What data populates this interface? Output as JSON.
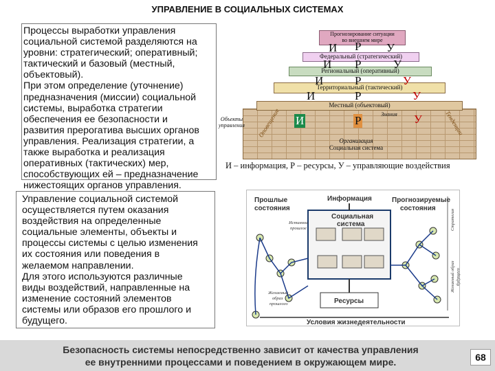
{
  "slide": {
    "title": "УПРАВЛЕНИЕ В СОЦИАЛЬНЫХ СИСТЕМАХ",
    "page_number": "68"
  },
  "text_block_1": "   Процессы выработки управления\nсоциальной системой разделяются на\nуровни:  стратегический; оперативный;\nтактический и базовый  (местный,\nобъектовый).\n   При этом определение  (уточнение)\nпредназначения (миссии) социальной\nсистемы, выработка стратегии\nобеспечения ее безопасности и\nразвития прерогатива высших органов\nуправления.  Реализация стратегии, а\nтакже выработка и реализация\nоперативных (тактических) мер,\nспособствующих ей – предназначение\nнижестоящих органов управления.",
  "text_block_2": "   Управление социальной системой\nосуществляется путем оказания\nвоздействия на определенные\nсоциальные элементы, объекты и\nпроцессы системы с целью изменения\nих состояния или поведения в\nжелаемом направлении.\n   Для этого используются различные\nвиды воздействий, направленные на\nизменение состояний элементов\nсистемы или образов его прошлого и\nбудущего.",
  "pyramid": {
    "top_label": "Прогнозирование ситуации\nво внешнем мире",
    "levels": [
      "Федеральный (стратегический)",
      "Региональный (оперативный)",
      "Территориальный (тактический)",
      "Местный (объектовый)"
    ],
    "letter_i": "И",
    "letter_r": "Р",
    "letter_u": "У",
    "side_left_object": "Объекты\nуправления",
    "side_left_rotated": "Оповещение",
    "side_right_rotated": "Тенденции",
    "top_right_small": "Знания",
    "bottom_label_1": "Организация",
    "bottom_label_2": "Социальная система",
    "caption": "И – информация, Р – ресурсы, У – управляющие воздействия"
  },
  "diagram2": {
    "past_states": "Прошлые\nсостояния",
    "information": "Информация",
    "forecast_states": "Прогнозируемые\nсостояния",
    "social_system": "Социальная\nсистема",
    "resources": "Ресурсы",
    "conditions": "Условия жизнедеятельности",
    "strategy_vertical": "Стратегия",
    "future_image_vertical": "Желаемый образ\nбудущего",
    "past_real_small": "Истинное\nпрошлое",
    "past_desired_small": "Желаемый\nобраз\nпрошлого"
  },
  "footer_text": "Безопасность системы непосредственно зависит от качества управления\nее внутренними процессами и поведением в окружающем мире.",
  "colors": {
    "pyramid_top": "#e0a8c0",
    "pyramid_level_1": "#f0d0f0",
    "pyramid_level_2": "#c8dcc0",
    "pyramid_level_3": "#f0e0a8",
    "pyramid_level_4": "#e0c8a0",
    "pyramid_base": "#d8c0a0",
    "letter_i": "#000000",
    "letter_r": "#000000",
    "letter_u": "#c00000",
    "footer_bg": "#d9d9d9"
  }
}
